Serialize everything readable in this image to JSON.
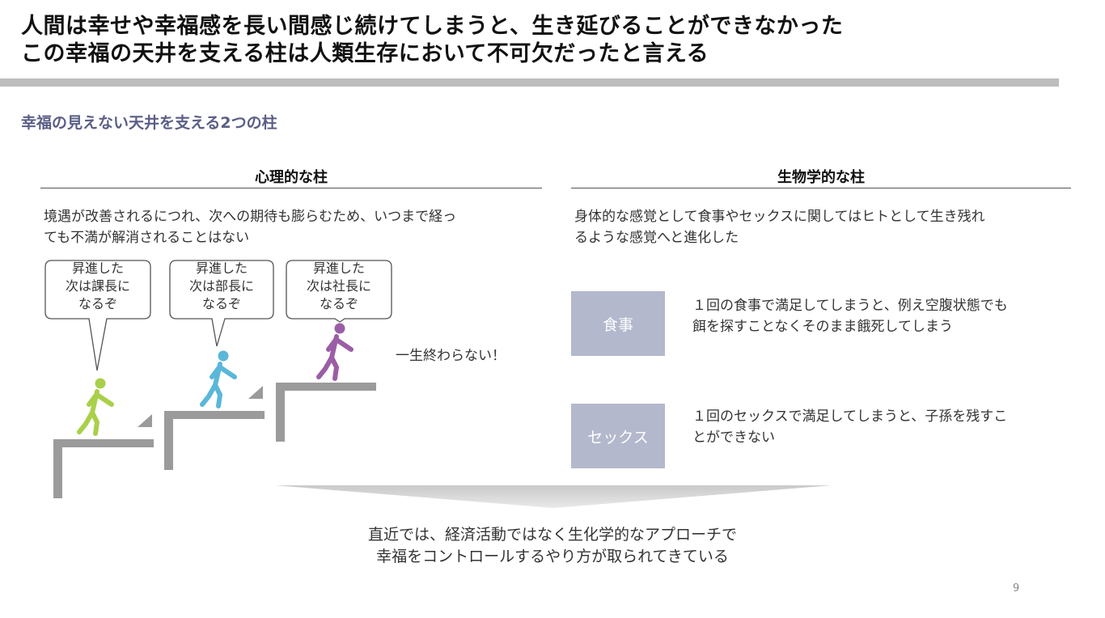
{
  "title": {
    "line1": "人間は幸せや幸福感を長い間感じ続けてしまうと、生き延びることができなかった",
    "line2": "この幸福の天井を支える柱は人類生存において不可欠だったと言える"
  },
  "subtitle": "幸福の見えない天井を支える2つの柱",
  "left": {
    "heading": "心理的な柱",
    "desc_line1": "境遇が改善されるにつれ、次への期待も膨らむため、いつまで経っ",
    "desc_line2": "ても不満が解消されることはない",
    "bubbles": [
      {
        "line1": "昇進した",
        "line2": "次は課長に",
        "line3": "なるぞ"
      },
      {
        "line1": "昇進した",
        "line2": "次は部長に",
        "line3": "なるぞ"
      },
      {
        "line1": "昇進した",
        "line2": "次は社長に",
        "line3": "なるぞ"
      }
    ],
    "figure_colors": [
      "#a9d04a",
      "#5bb7d9",
      "#9b5ea6"
    ],
    "never_ending": "一生終わらない！"
  },
  "right": {
    "heading": "生物学的な柱",
    "desc_line1": "身体的な感覚として食事やセックスに関してはヒトとして生き残れ",
    "desc_line2": "るような感覚へと進化した",
    "items": [
      {
        "label": "食事",
        "line1": "１回の食事で満足してしまうと、例え空腹状態でも",
        "line2": "餌を探すことなくそのまま餓死してしまう"
      },
      {
        "label": "セックス",
        "line1": "１回のセックスで満足してしまうと、子孫を残すこ",
        "line2": "とができない"
      }
    ]
  },
  "conclusion": {
    "line1": "直近では、経済活動ではなく生化学的なアプローチで",
    "line2": "幸福をコントロールするやり方が取られてきている"
  },
  "page_number": "9"
}
